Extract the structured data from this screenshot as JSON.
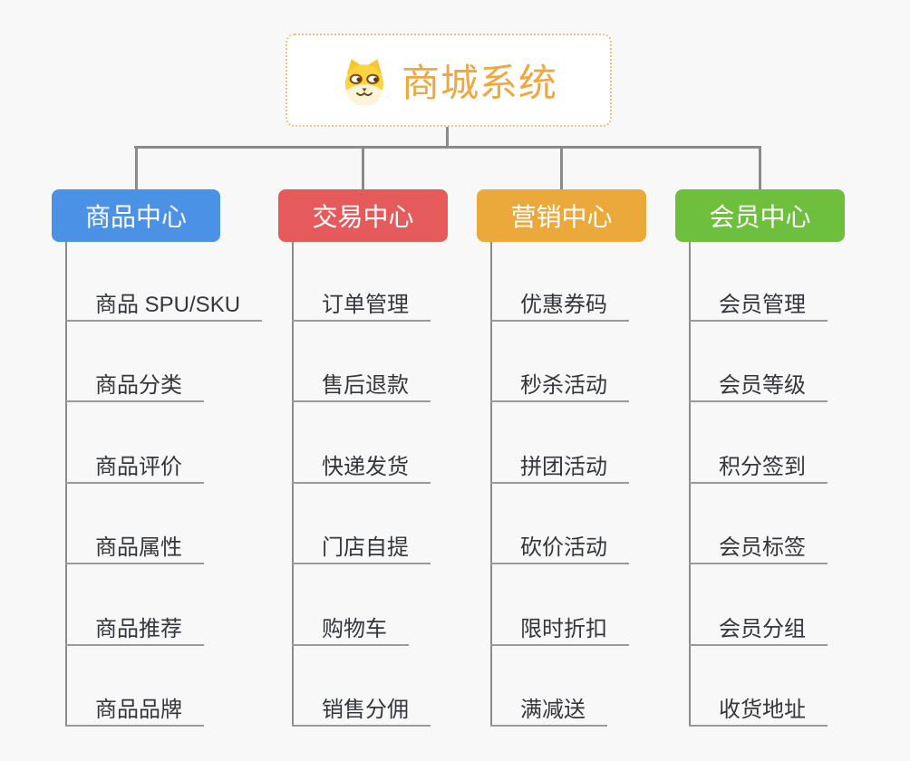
{
  "root": {
    "title": "商城系统",
    "icon": "dog-face-icon",
    "title_color": "#f0a73e",
    "border_color": "#f3c27b"
  },
  "connector_color": "#8b8b8b",
  "background_color": "#f8f8f8",
  "branches": [
    {
      "label": "商品中心",
      "color": "#4b91e5",
      "children": [
        "商品 SPU/SKU",
        "商品分类",
        "商品评价",
        "商品属性",
        "商品推荐",
        "商品品牌"
      ]
    },
    {
      "label": "交易中心",
      "color": "#e55b5b",
      "children": [
        "订单管理",
        "售后退款",
        "快递发货",
        "门店自提",
        "购物车",
        "销售分佣"
      ]
    },
    {
      "label": "营销中心",
      "color": "#eca93b",
      "children": [
        "优惠券码",
        "秒杀活动",
        "拼团活动",
        "砍价活动",
        "限时折扣",
        "满减送"
      ]
    },
    {
      "label": "会员中心",
      "color": "#6fbf3f",
      "children": [
        "会员管理",
        "会员等级",
        "积分签到",
        "会员标签",
        "会员分组",
        "收货地址"
      ]
    }
  ]
}
